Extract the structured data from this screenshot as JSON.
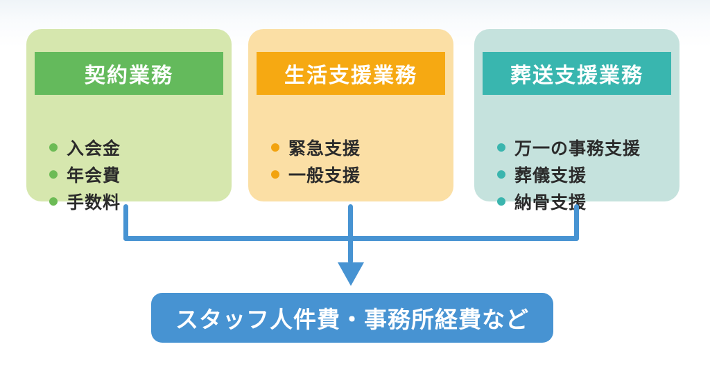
{
  "page": {
    "background_top_color": "#eff4f8",
    "background_bottom_color": "#ffffff"
  },
  "columns": [
    {
      "id": "contract-services",
      "title": "契約業務",
      "panel_color": "#d6e7ae",
      "header_color": "#64ba5c",
      "bullet_color": "#6cbb55",
      "items": [
        "入会金",
        "年会費",
        "手数料"
      ]
    },
    {
      "id": "life-support-services",
      "title": "生活支援業務",
      "panel_color": "#fbdfa5",
      "header_color": "#f6a912",
      "bullet_color": "#f2a30f",
      "items": [
        "緊急支援",
        "一般支援"
      ]
    },
    {
      "id": "funeral-support-services",
      "title": "葬送支援業務",
      "panel_color": "#c5e2dd",
      "header_color": "#39b6af",
      "bullet_color": "#3ab5ae",
      "items": [
        "万一の事務支援",
        "葬儀支援",
        "納骨支援"
      ]
    }
  ],
  "connector": {
    "color": "#4793d2",
    "shape": "bracket-joining-three-columns-into-down-arrow"
  },
  "result_box": {
    "label": "スタッフ人件費・事務所経費など",
    "background_color": "#4793d2",
    "text_color": "#ffffff"
  }
}
